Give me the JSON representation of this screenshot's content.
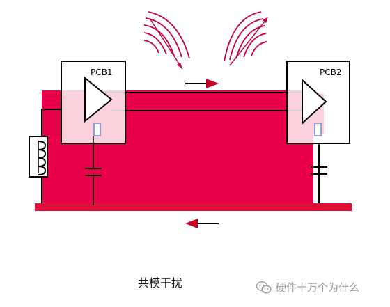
{
  "diagram": {
    "pcb1_label": "PCB1",
    "pcb2_label": "PCB2",
    "caption": "共模干扰",
    "watermark_text": "硬件十万个为什么",
    "watermark_icon": "wechat-icon"
  },
  "colors": {
    "loop_fill": "#E8004A",
    "ground_plane": "#E0103A",
    "emission": "#C4003C",
    "arrow": "#C40020",
    "outline": "#000000"
  }
}
